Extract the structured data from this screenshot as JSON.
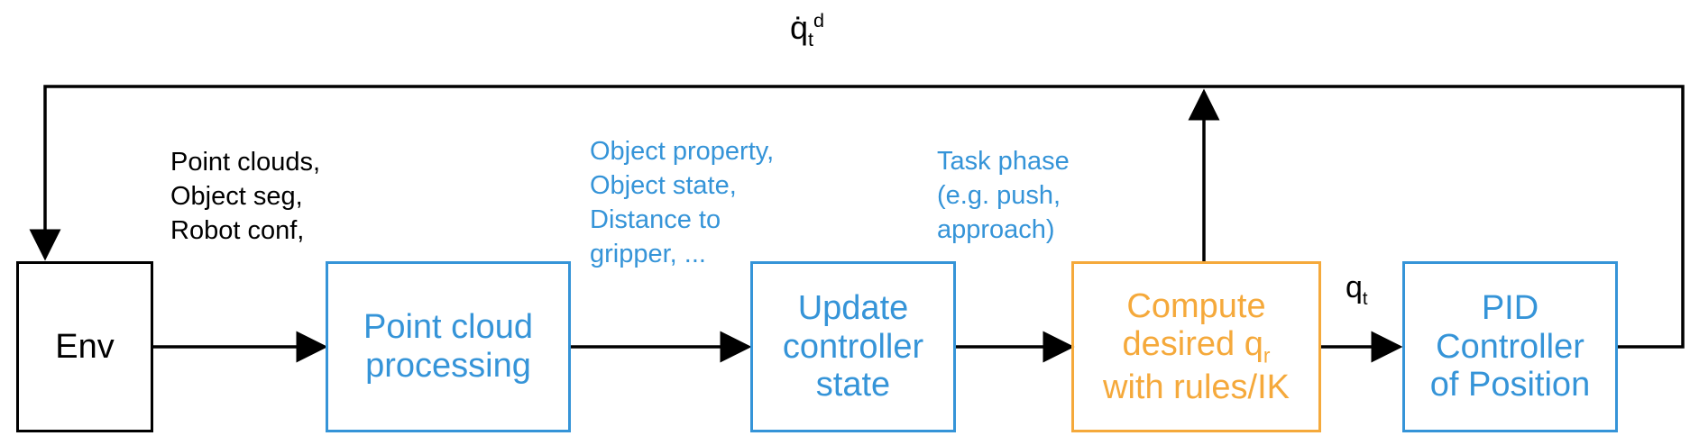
{
  "colors": {
    "black": "#000000",
    "blue": "#3594d8",
    "orange": "#f5a93b"
  },
  "nodes": {
    "env": "Env",
    "point_cloud": "Point cloud processing",
    "update_state": "Update controller state",
    "compute_main": "Compute desired q",
    "compute_sub": "r",
    "compute_tail": "with rules/IK",
    "pid": "PID Controller of Position"
  },
  "labels": {
    "inputs": "Point clouds,\nObject seg,\nRobot conf,",
    "object_info": "Object property,\nObject state,\nDistance to\ngripper, ...",
    "task_phase": "Task phase\n(e.g. push,\napproach)",
    "qt_base": "q",
    "qt_sub": "t",
    "qdot_base": "q̇",
    "qdot_sub": "t",
    "qdot_sup": "d"
  }
}
